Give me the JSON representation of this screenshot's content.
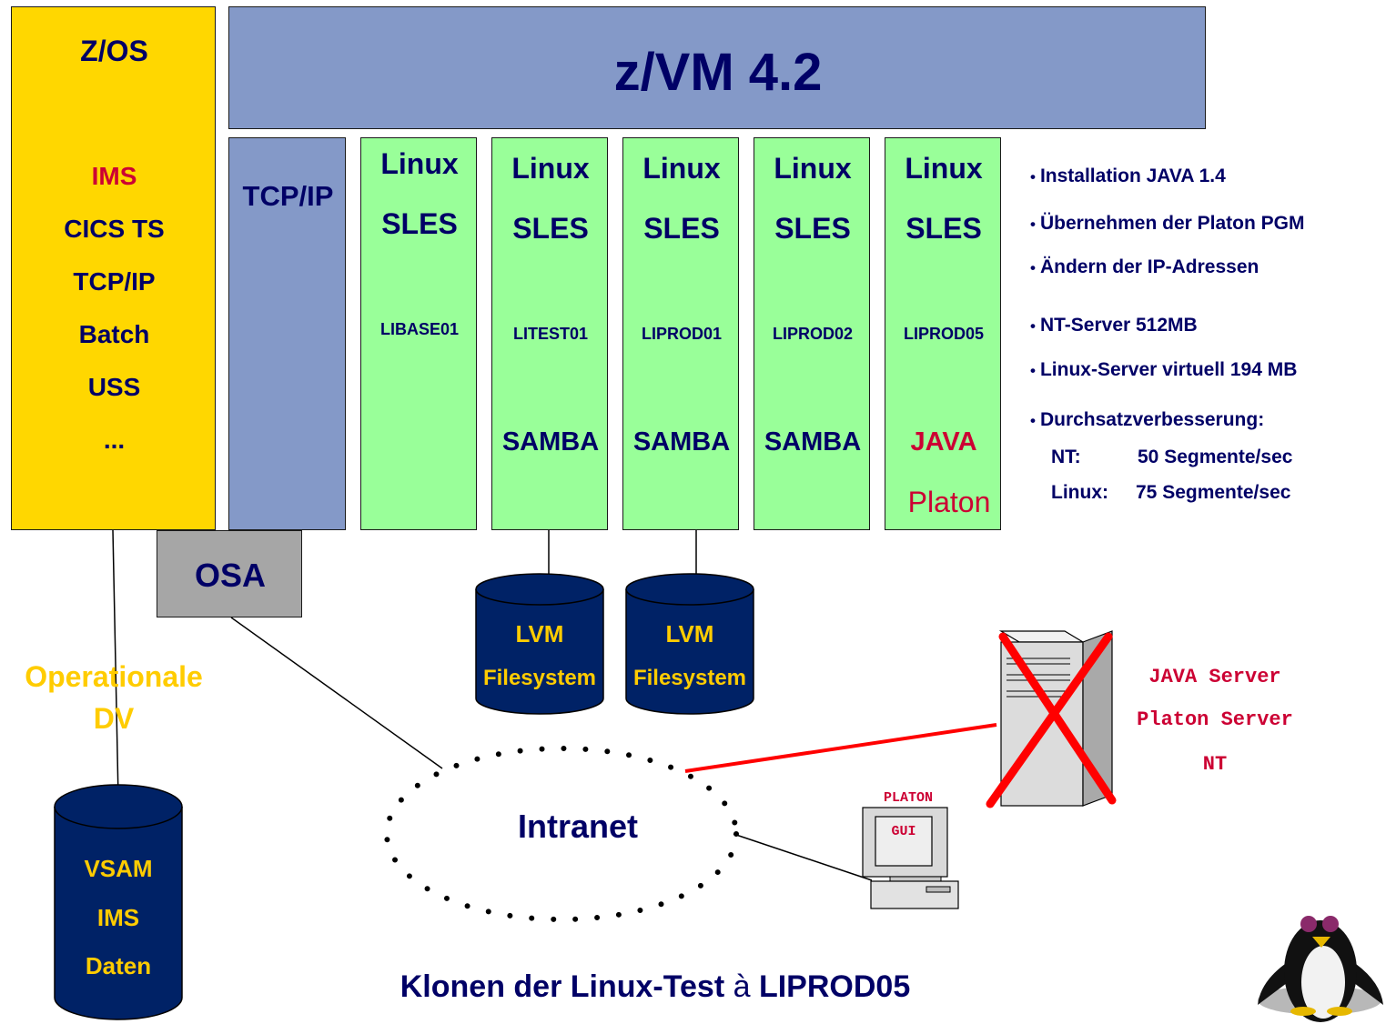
{
  "zos": {
    "title": "Z/OS",
    "items": [
      "IMS",
      "CICS TS",
      "TCP/IP",
      "Batch",
      "USS",
      "..."
    ]
  },
  "zvm": {
    "title": "z/VM 4.2"
  },
  "tcpip": {
    "label": "TCP/IP"
  },
  "linux_guests": [
    {
      "l1": "Linux",
      "l2": "SLES",
      "name": "LIBASE01",
      "extra": "",
      "extra2": ""
    },
    {
      "l1": "Linux",
      "l2": "SLES",
      "name": "LITEST01",
      "extra": "SAMBA",
      "extra2": ""
    },
    {
      "l1": "Linux",
      "l2": "SLES",
      "name": "LIPROD01",
      "extra": "SAMBA",
      "extra2": ""
    },
    {
      "l1": "Linux",
      "l2": "SLES",
      "name": "LIPROD02",
      "extra": "SAMBA",
      "extra2": ""
    },
    {
      "l1": "Linux",
      "l2": "SLES",
      "name": "LIPROD05",
      "extra": "JAVA",
      "extra2": "Platon"
    }
  ],
  "osa": {
    "label": "OSA"
  },
  "lvm": [
    {
      "l1": "LVM",
      "l2": "Filesystem"
    },
    {
      "l1": "LVM",
      "l2": "Filesystem"
    }
  ],
  "operationale": {
    "l1": "Operationale",
    "l2": "DV"
  },
  "vsam_db": {
    "l1": "VSAM",
    "l2": "IMS",
    "l3": "Daten"
  },
  "intranet": {
    "label": "Intranet"
  },
  "nt_server": {
    "l1": "JAVA Server",
    "l2": "Platon Server",
    "l3": "NT"
  },
  "pc": {
    "label1": "PLATON",
    "label2": "GUI"
  },
  "bullets": {
    "b1": "Installation JAVA 1.4",
    "b2": "Übernehmen der Platon PGM",
    "b3": "Ändern der IP-Adressen",
    "b4": "NT-Server 512MB",
    "b5": "Linux-Server virtuell 194 MB",
    "b6": "Durchsatzverbesserung:",
    "nt_label": "NT:",
    "nt_value": "50 Segmente/sec",
    "linux_label": "Linux:",
    "linux_value": "75 Segmente/sec"
  },
  "caption": {
    "text": "Klonen der Linux-Test",
    "arrow": "à",
    "target": "LIPROD05"
  },
  "colors": {
    "zos": "#ffd700",
    "zvm": "#8499c8",
    "linux": "#99ff99",
    "osa": "#a6a6a6",
    "db": "#002266",
    "navy": "#000066",
    "red": "#cc0033",
    "gold": "#ffcc00"
  }
}
